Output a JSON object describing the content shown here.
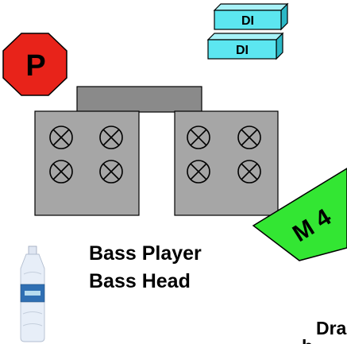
{
  "stage_plot": {
    "power_drop": {
      "label": "P",
      "color": "#e8231a",
      "icon": "octagon-icon"
    },
    "di_boxes": [
      {
        "label": "DI",
        "color": "#5ce6f0"
      },
      {
        "label": "DI",
        "color": "#5ce6f0"
      }
    ],
    "bass_cabinet": {
      "head_color": "#8a8a8a",
      "cab_color": "#a6a6a6",
      "speaker_icon": "circle-x-icon"
    },
    "monitor": {
      "label": "M 4",
      "color": "#33e633"
    },
    "water_bottle": {
      "icon": "water-bottle-icon"
    },
    "player_label": {
      "line1": "Bass Player",
      "line2": "Bass Head"
    },
    "cutoff_label": {
      "text": "Dra",
      "partial_line": "b"
    }
  }
}
